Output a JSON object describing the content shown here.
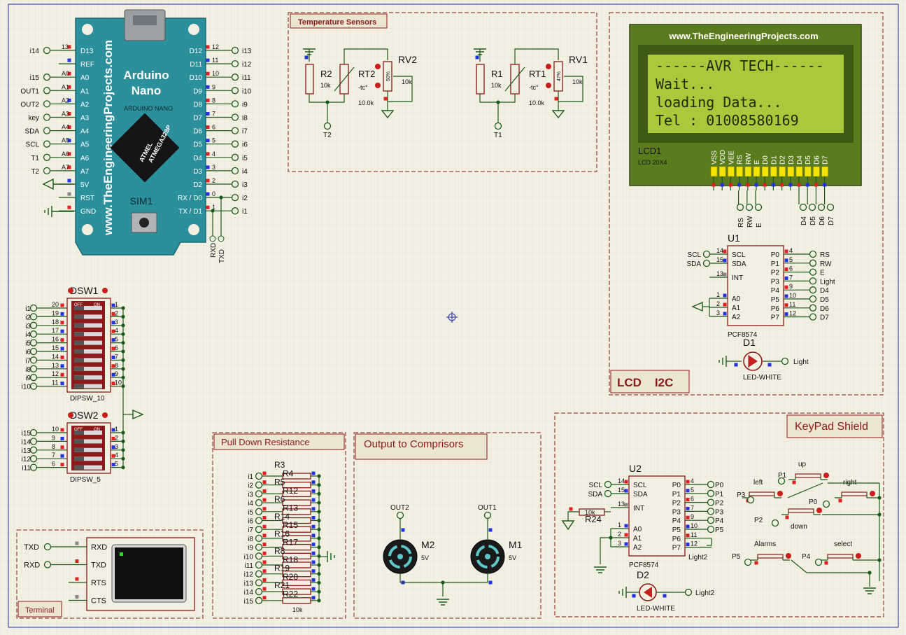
{
  "arduino": {
    "site": "www.TheEngineeringProjects.com",
    "title1": "Arduino",
    "title2": "Nano",
    "subtitle": "ARDUINO NANO",
    "chip1": "ATMEL",
    "chip2": "ATMEGA328P",
    "ref": "SIM1",
    "left_pins": [
      "D13",
      "REF",
      "A0",
      "A1",
      "A2",
      "A3",
      "A4",
      "A5",
      "A6",
      "A7",
      "5V",
      "RST",
      "GND"
    ],
    "left_nums": [
      "13",
      "",
      "A0",
      "A1",
      "A2",
      "A3",
      "A4",
      "A5",
      "A6",
      "A7",
      "",
      "",
      ""
    ],
    "left_nets": [
      "i14",
      "",
      "i15",
      "OUT1",
      "OUT2",
      "key",
      "SDA",
      "SCL",
      "T1",
      "T2",
      "",
      "",
      ""
    ],
    "right_pins": [
      "D12",
      "D11",
      "D10",
      "D9",
      "D8",
      "D7",
      "D6",
      "D5",
      "D4",
      "D3",
      "D2",
      "RX / D0",
      "TX / D1"
    ],
    "right_nums": [
      "12",
      "11",
      "10",
      "9",
      "8",
      "7",
      "6",
      "5",
      "4",
      "3",
      "2",
      "0",
      "1"
    ],
    "right_nets": [
      "i13",
      "i12",
      "i11",
      "i10",
      "i9",
      "i8",
      "i7",
      "i6",
      "i5",
      "i4",
      "i3",
      "i2",
      "i1"
    ],
    "rxd": "RXD",
    "txd": "TXD"
  },
  "temp": {
    "title": "Temperature Sensors",
    "s2": {
      "r": "R2",
      "rval": "10k",
      "rt": "RT2",
      "tc": "-tc°",
      "rtval": "10.0k",
      "rv": "RV2",
      "rvval": "10k",
      "pct": "50%",
      "net": "T2"
    },
    "s1": {
      "r": "R1",
      "rval": "10k",
      "rt": "RT1",
      "tc": "-tc°",
      "rtval": "10.0k",
      "rv": "RV1",
      "rvval": "10k",
      "pct": "47%",
      "net": "T1"
    }
  },
  "lcd": {
    "site": "www.TheEngineeringProjects.com",
    "lines": [
      "------AVR TECH------",
      "Wait...",
      "loading Data...",
      "Tel : 01008580169"
    ],
    "ref": "LCD1",
    "model": "LCD 20X4",
    "pins": [
      "VSS",
      "VDD",
      "VEE",
      "RS",
      "RW",
      "E",
      "D0",
      "D1",
      "D2",
      "D3",
      "D4",
      "D5",
      "D6",
      "D7"
    ],
    "nets_left": [
      "RS",
      "RW",
      "E"
    ],
    "nets_right": [
      "D4",
      "D5",
      "D6",
      "D7"
    ],
    "section_label": "LCD    I2C"
  },
  "u1": {
    "ref": "U1",
    "part": "PCF8574",
    "left_pins": [
      "SCL",
      "SDA",
      "INT",
      "A0",
      "A1",
      "A2"
    ],
    "left_nums": [
      "14",
      "15",
      "13",
      "1",
      "2",
      "3"
    ],
    "left_nets": [
      "SCL",
      "SDA"
    ],
    "right_pins": [
      "P0",
      "P1",
      "P2",
      "P3",
      "P4",
      "P5",
      "P6",
      "P7"
    ],
    "right_nums": [
      "4",
      "5",
      "6",
      "7",
      "9",
      "10",
      "11",
      "12"
    ],
    "right_nets": [
      "RS",
      "RW",
      "E",
      "Light",
      "D4",
      "D5",
      "D6",
      "D7"
    ]
  },
  "d1": {
    "ref": "D1",
    "part": "LED-WHITE",
    "net": "Light"
  },
  "dsw1": {
    "ref": "DSW1",
    "part": "DIPSW_10",
    "nets": [
      "i1",
      "i2",
      "i3",
      "i4",
      "i5",
      "i6",
      "i7",
      "i8",
      "i9",
      "i10"
    ],
    "left_nums": [
      "20",
      "19",
      "18",
      "17",
      "16",
      "15",
      "14",
      "13",
      "12",
      "11"
    ],
    "right_nums": [
      "1",
      "2",
      "3",
      "4",
      "5",
      "6",
      "7",
      "8",
      "9",
      "10"
    ],
    "off": "OFF",
    "on": "ON"
  },
  "dsw2": {
    "ref": "DSW2",
    "part": "DIPSW_5",
    "nets": [
      "i15",
      "i14",
      "i13",
      "i12",
      "i11"
    ],
    "left_nums": [
      "10",
      "9",
      "8",
      "7",
      "6"
    ],
    "right_nums": [
      "1",
      "2",
      "3",
      "4",
      "5"
    ],
    "off": "OFF",
    "on": "ON"
  },
  "pulldown": {
    "title": "Pull Down Resistance",
    "nets": [
      "i1",
      "i2",
      "i3",
      "i4",
      "i5",
      "i6",
      "i7",
      "i8",
      "i9",
      "i10",
      "i11",
      "i12",
      "i13",
      "i14",
      "i15"
    ],
    "refs": [
      "R3",
      "R4",
      "R5",
      "R12",
      "R6",
      "R13",
      "R14",
      "R15",
      "R16",
      "R17",
      "R8",
      "R18",
      "R19",
      "R20",
      "R21",
      "R22"
    ],
    "last_val": "10k"
  },
  "output": {
    "title": "Output to Comprisors",
    "m2": {
      "ref": "M2",
      "volt": "5V",
      "net": "OUT2"
    },
    "m1": {
      "ref": "M1",
      "volt": "5V",
      "net": "OUT1"
    }
  },
  "terminal": {
    "title": "Terminal",
    "pins": [
      "RXD",
      "TXD",
      "RTS",
      "CTS"
    ],
    "nets": [
      "TXD",
      "RXD"
    ]
  },
  "keypad": {
    "title": "KeyPad Shield",
    "u2": {
      "ref": "U2",
      "part": "PCF8574",
      "left_pins": [
        "SCL",
        "SDA",
        "INT",
        "A0",
        "A1",
        "A2"
      ],
      "left_nums": [
        "14",
        "15",
        "13",
        "1",
        "2",
        "3"
      ],
      "left_nets": [
        "SCL",
        "SDA"
      ],
      "right_pins": [
        "P0",
        "P1",
        "P2",
        "P3",
        "P4",
        "P5",
        "P6",
        "P7"
      ],
      "right_nums": [
        "4",
        "5",
        "6",
        "7",
        "9",
        "10",
        "11",
        "12"
      ],
      "right_nets": [
        "P0",
        "P1",
        "P2",
        "P3",
        "P4",
        "P5"
      ],
      "p7_net": "Light2"
    },
    "r24": {
      "ref": "R24",
      "val": "10k"
    },
    "d2": {
      "ref": "D2",
      "part": "LED-WHITE",
      "net": "Light2"
    },
    "buttons": [
      {
        "name": "up",
        "net": "P1"
      },
      {
        "name": "left",
        "net": "P3"
      },
      {
        "name": "right",
        "net": "P0"
      },
      {
        "name": "down",
        "net": "P2"
      },
      {
        "name": "Alarms",
        "net": "P5"
      },
      {
        "name": "select",
        "net": "P4"
      }
    ]
  },
  "colors": {
    "background": "#f2f0e3",
    "grid": "#e2dfcc",
    "wire": "#1a5a1a",
    "component": "#8b1a1a",
    "arduino": "#2b8f9c",
    "lcd_screen": "#a8c93c",
    "lcd_frame": "#5b7c1e"
  }
}
